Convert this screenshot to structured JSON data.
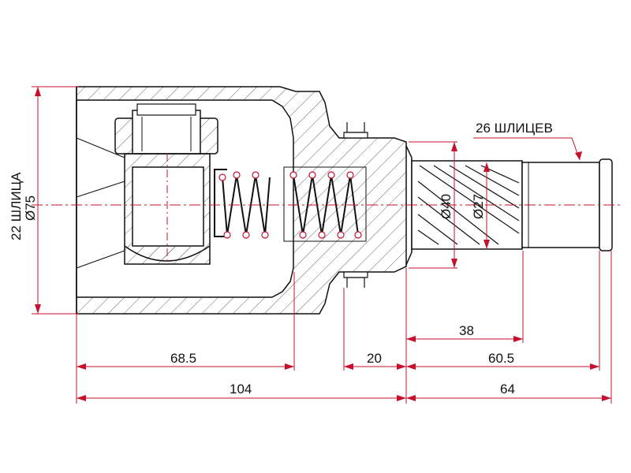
{
  "colors": {
    "outline": "#111111",
    "dimension": "#c8102e",
    "hatch": "#666666",
    "background": "#ffffff"
  },
  "labels": {
    "left_splines": "22 ШЛИЦА",
    "left_diameter": "Ø75",
    "right_splines": "26 ШЛИЦЕВ",
    "shaft_dia_40": "Ø40",
    "shaft_dia_27": "Ø27"
  },
  "dimensions": {
    "d_68_5": "68.5",
    "d_20": "20",
    "d_38": "38",
    "d_60_5": "60.5",
    "d_104": "104",
    "d_64": "64"
  }
}
